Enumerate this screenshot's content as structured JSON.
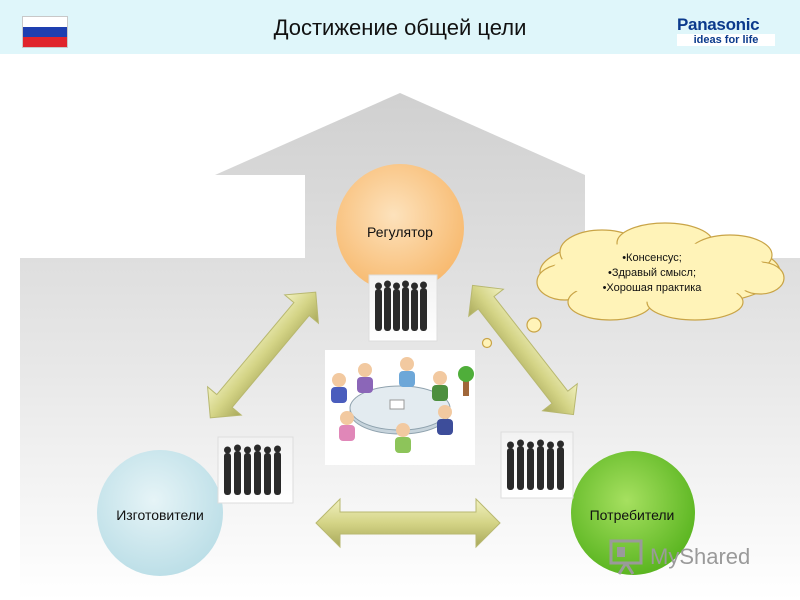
{
  "header": {
    "title": "Достижение общей цели",
    "flag_colors": [
      "#ffffff",
      "#1e3fb0",
      "#e0242b"
    ],
    "logo": {
      "name": "Panasonic",
      "tagline": "ideas for life",
      "color": "#0b3a8c"
    }
  },
  "diagram": {
    "nodes": {
      "regulator": {
        "label": "Регулятор",
        "color": "#fbc98a"
      },
      "manufacturers": {
        "label": "Изготовители",
        "color": "#cde8ee"
      },
      "consumers": {
        "label": "Потребители",
        "color": "#7fcc3a"
      }
    },
    "cloud": {
      "items": [
        "•Консенсус;",
        "•Здравый смысл;",
        "•Хорошая практика"
      ],
      "color": "#fff3b8"
    },
    "arrow_color": "#d9d98a",
    "house_color": "#d4d4d4"
  },
  "watermark": {
    "text": "MyShared"
  }
}
